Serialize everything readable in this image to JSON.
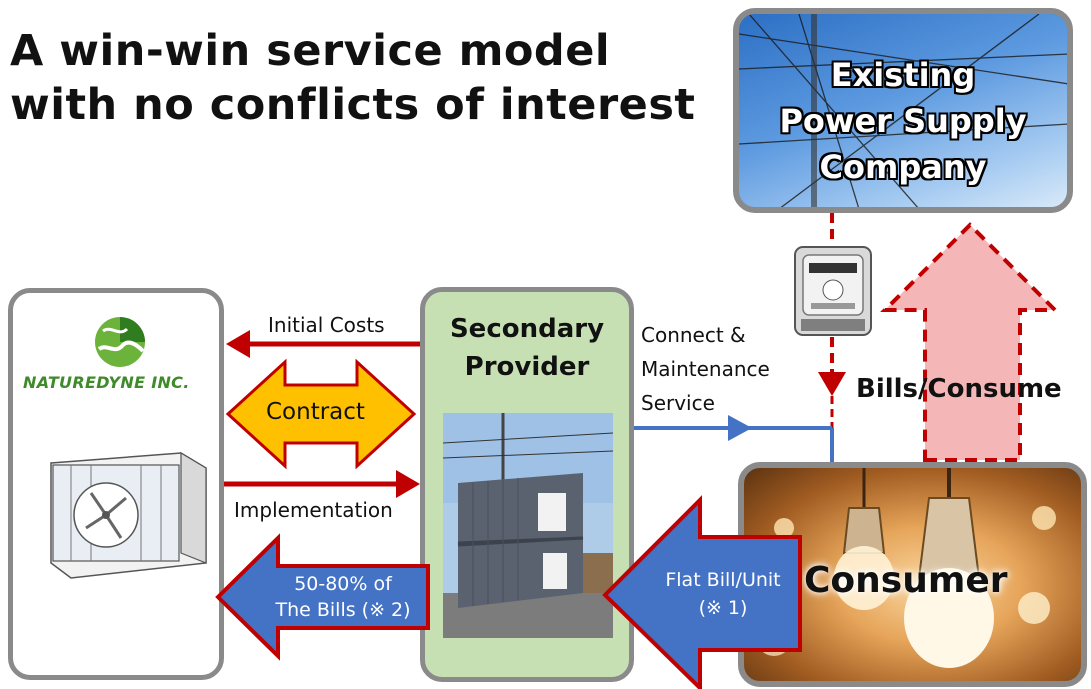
{
  "title": {
    "line1": "A win-win service model",
    "line2": "with no conflicts of interest"
  },
  "supplier": {
    "line1": "Existing",
    "line2": "Power Supply",
    "line3": "Company"
  },
  "naturedyne": {
    "logo_text": "NATUREDYNE INC."
  },
  "secondary": {
    "line1": "Secondary",
    "line2": "Provider"
  },
  "consumer": {
    "label": "Consumer"
  },
  "flows": {
    "initial_costs": "Initial Costs",
    "contract": "Contract",
    "implementation": "Implementation",
    "share_line1": "50-80% of",
    "share_line2": "The Bills (※ 2)",
    "connect_line1": "Connect &",
    "connect_line2": "Maintenance",
    "connect_line3": "Service",
    "flat_line1": "Flat Bill/Unit",
    "flat_line2": "(※ 1)",
    "bills": "Bills/Consume"
  },
  "colors": {
    "red_arrow": "#c00000",
    "blue_arrow": "#4472c4",
    "contract_fill": "#ffc000",
    "secondary_fill": "#c6e0b4",
    "box_border": "#8a8a8a",
    "pink_arrow": "#f4b6b6"
  }
}
